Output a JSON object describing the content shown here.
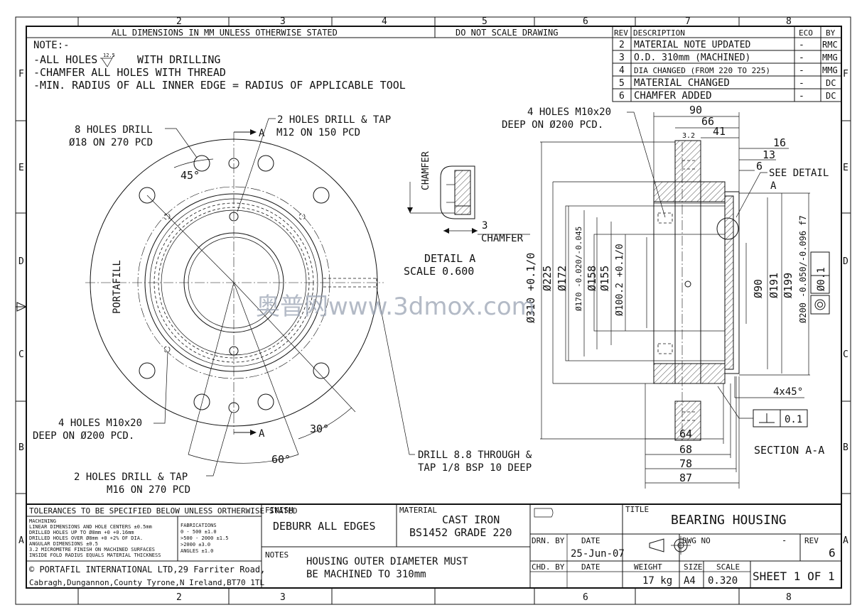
{
  "grid": {
    "columns": [
      "2",
      "3",
      "4",
      "5",
      "6",
      "7",
      "8"
    ],
    "rows": [
      "F",
      "E",
      "D",
      "C",
      "B",
      "A"
    ]
  },
  "header": {
    "units_note": "ALL DIMENSIONS IN MM UNLESS OTHERWISE STATED",
    "scale_note": "DO NOT SCALE DRAWING"
  },
  "revisions": {
    "headers": [
      "REV",
      "DESCRIPTION",
      "ECO",
      "BY"
    ],
    "rows": [
      {
        "rev": "2",
        "desc": "MATERIAL NOTE UPDATED",
        "eco": "-",
        "by": "RMC"
      },
      {
        "rev": "3",
        "desc": "O.D. 310mm (MACHINED)",
        "eco": "-",
        "by": "MMG"
      },
      {
        "rev": "4",
        "desc": "DIA CHANGED (FROM 220 TO 225)",
        "eco": "-",
        "by": "MMG"
      },
      {
        "rev": "5",
        "desc": "MATERIAL CHANGED",
        "eco": "-",
        "by": "DC"
      },
      {
        "rev": "6",
        "desc": "CHAMFER ADDED",
        "eco": "-",
        "by": "DC"
      }
    ]
  },
  "notes": {
    "title": "NOTE:-",
    "line1a": "-ALL HOLES",
    "line1_symbol": "12.5",
    "line1b": "WITH DRILLING",
    "line2": "-CHAMFER ALL HOLES WITH THREAD",
    "line3": "-MIN. RADIUS OF ALL INNER EDGE = RADIUS OF APPLICABLE TOOL"
  },
  "front_view": {
    "callout_8holes_1": "8 HOLES DRILL",
    "callout_8holes_2": "Ø18 ON 270 PCD",
    "callout_2holes_m12_1": "2 HOLES DRILL & TAP",
    "callout_2holes_m12_2": "M12 ON 150 PCD",
    "callout_4holes_1": "4 HOLES M10x20",
    "callout_4holes_2": "DEEP ON Ø200 PCD.",
    "callout_2holes_m16_1": "2 HOLES DRILL & TAP",
    "callout_2holes_m16_2": "M16 ON 270 PCD",
    "callout_drill_1": "DRILL 8.8 THROUGH &",
    "callout_drill_2": "TAP 1/8 BSP 10 DEEP",
    "angle_45": "45°",
    "angle_30": "30°",
    "angle_60": "60°",
    "side_label": "PORTAFILL",
    "section_mark": "A"
  },
  "detail_a": {
    "chamfer_label_v": "CHAMFER",
    "chamfer_label_h": "CHAMFER",
    "chamfer_dim": "3",
    "title": "DETAIL  A",
    "scale": "SCALE  0.600"
  },
  "section_view": {
    "callout_4holes_1": "4 HOLES M10x20",
    "callout_4holes_2": "DEEP ON Ø200 PCD.",
    "dims_top": [
      "90",
      "66",
      "41",
      "3.2"
    ],
    "dims_right_small": [
      "16",
      "13",
      "6"
    ],
    "see_detail": "SEE DETAIL",
    "see_detail_ref": "A",
    "dims_left": [
      "Ø310 +0.1/0",
      "Ø225",
      "Ø172",
      "Ø170 -0.020/-0.045",
      "Ø158",
      "Ø155",
      "Ø100.2 +0.1/0"
    ],
    "dims_right": [
      "Ø90",
      "Ø191",
      "Ø199",
      "Ø200 -0.050/-0.096 f7"
    ],
    "concentric_tol": "Ø0.1",
    "chamfer_4x45": "4x45°",
    "perp_tol": "0.1",
    "dims_bottom": [
      "64",
      "68",
      "78",
      "87"
    ],
    "title": "SECTION  A-A"
  },
  "title_block": {
    "tolerances_title": "TOLERANCES TO BE SPECIFIED BELOW UNLESS ORTHERWISE STATED",
    "machining_lines": [
      "MACHINING",
      "LINEAR DIMENSIONS AND HOLE CENTERS ±0.5mm",
      "DRILLED HOLES UP TO Ø8mm +0 +0.16mm",
      "DRILLED HOLES OVER Ø8mm +0 +2% OF DIA.",
      "ANGULAR DIMENSIONS ±0.5",
      "3.2 MICROMETRE FINISH ON MACHINED SURFACES",
      "INSIDE FOLD RADIUS EQUALS MATERIAL THICKNESS"
    ],
    "fabrication_lines": [
      "FABRICATIONS",
      "0 - 500        ±1.0",
      ">500 - 2000   ±1.5",
      ">2000          ±3.0",
      "ANGLES         ±1.0"
    ],
    "company_1": "© PORTAFIL INTERNATIONAL LTD,29 Farriter Road,",
    "company_2": "Cabragh,Dungannon,County Tyrone,N Ireland,BT70 1TL",
    "finish_label": "FINISH",
    "finish_value": "DEBURR ALL EDGES",
    "material_label": "MATERIAL",
    "material_1": "CAST IRON",
    "material_2": "BS1452 GRADE 220",
    "notes_label": "NOTES",
    "notes_1": "HOUSING OUTER DIAMETER MUST",
    "notes_2": "BE MACHINED TO 310mm",
    "title_label": "TITLE",
    "title_value": "BEARING HOUSING",
    "drn_by": "DRN. BY",
    "date_label": "DATE",
    "date_value": "25-Jun-07",
    "chd_by": "CHD. BY",
    "date_label_2": "DATE",
    "dwg_no": "DWG NO",
    "dwg_no_value": "-",
    "rev_label": "REV",
    "rev_value": "6",
    "weight_label": "WEIGHT",
    "weight_value": "17 kg",
    "size_label": "SIZE",
    "size_value": "A4",
    "scale_label": "SCALE",
    "scale_value": "0.320",
    "sheet": "SHEET 1 OF 1"
  },
  "watermark": "奥普网www.3dmox.com",
  "colors": {
    "ink": "#111111",
    "watermark": "#9aa3b3",
    "paper": "#ffffff"
  }
}
